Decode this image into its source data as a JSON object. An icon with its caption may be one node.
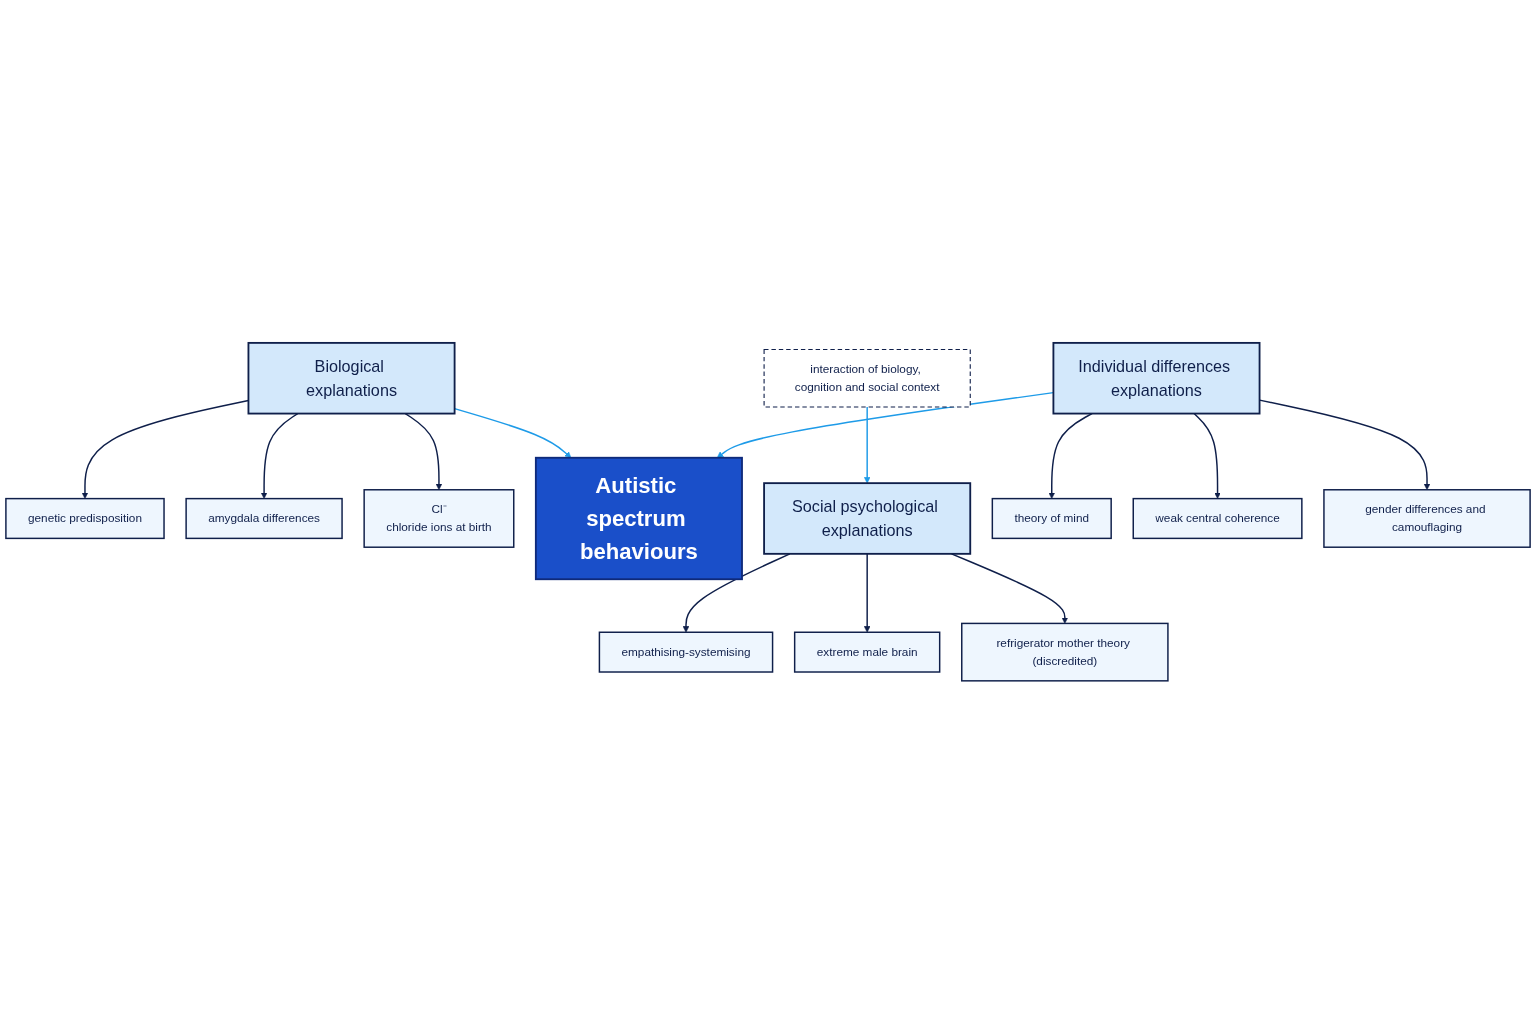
{
  "diagram": {
    "nodes": [
      {
        "text": [
          "Biological explanations"
        ]
      },
      {
        "text": [
          "genetic predisposition"
        ]
      },
      {
        "text": [
          "amygdala differences"
        ]
      },
      {
        "text": [
          "Cl⁻",
          "chloride ions at birth"
        ]
      },
      {
        "text": [
          "Individual differences explanations"
        ]
      },
      {
        "text": [
          "theory of mind"
        ]
      },
      {
        "text": [
          "weak central coherence"
        ]
      },
      {
        "text": [
          "gender differences and camouflaging"
        ]
      },
      {
        "text": [
          "Autistic spectrum behaviours"
        ]
      },
      {
        "text": [
          "interaction of biology, cognition and social context"
        ]
      },
      {
        "text": [
          "Social psychological explanations"
        ]
      },
      {
        "text": [
          "empathising-systemising"
        ]
      },
      {
        "text": [
          "extreme male brain"
        ]
      },
      {
        "text": [
          "refrigerator mother theory (discredited)"
        ]
      }
    ],
    "edges": [
      {
        "from": 0,
        "to": 8,
        "arrow": "to",
        "color": "#1e9be8"
      },
      {
        "from": 4,
        "to": 8,
        "arrow": "to",
        "color": "#1e9be8"
      },
      {
        "from": 0,
        "to": 1,
        "arrow": "to"
      },
      {
        "from": 0,
        "to": 2,
        "arrow": "to"
      },
      {
        "from": 0,
        "to": 3,
        "arrow": "to"
      },
      {
        "from": 4,
        "to": 5,
        "arrow": "to"
      },
      {
        "from": 4,
        "to": 6,
        "arrow": "to"
      },
      {
        "from": 4,
        "to": 7,
        "arrow": "to"
      },
      {
        "from": 9,
        "to": 10,
        "arrow": "to",
        "color": "#1e9be8"
      },
      {
        "from": 10,
        "to": 11,
        "arrow": "to"
      },
      {
        "from": 10,
        "to": 12,
        "arrow": "to"
      },
      {
        "from": 10,
        "to": 13,
        "arrow": "to"
      }
    ]
  }
}
